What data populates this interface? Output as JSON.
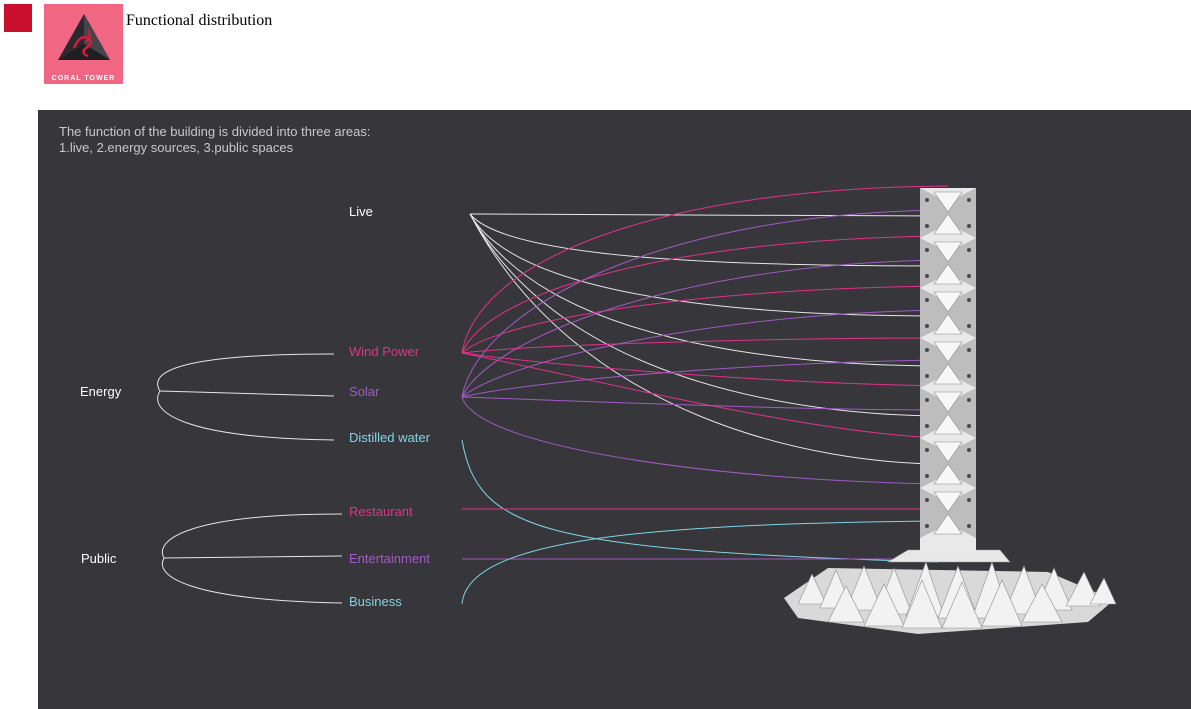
{
  "header": {
    "title": "Functional distribution",
    "logo_text": "CORAL TOWER"
  },
  "description": "The function of the building is divided into three areas: 1.live, 2.energy sources, 3.public spaces",
  "groups": {
    "live": "Live",
    "energy": "Energy",
    "public": "Public"
  },
  "energy_items": [
    "Wind Power",
    "Solar",
    "Distilled water"
  ],
  "public_items": [
    "Restaurant",
    "Entertainment",
    "Business"
  ],
  "colors": {
    "white_line": "#e6e6e6",
    "wind": "#e0338a",
    "solar": "#a25bc4",
    "water": "#7fd6e6",
    "restaurant": "#e0338a",
    "entertainment": "#a25bc4",
    "business": "#7fd6e6",
    "background": "#36363b",
    "logo_bg": "#f06683",
    "accent": "#c8102e"
  },
  "icons": [
    "coral-tower-logo-icon",
    "tower-illustration"
  ]
}
